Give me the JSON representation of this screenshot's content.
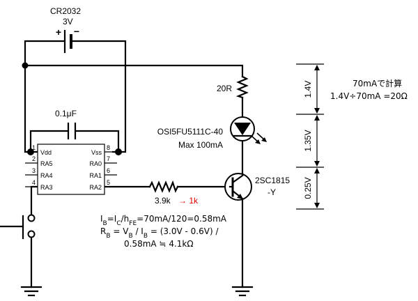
{
  "battery": {
    "name": "CR2032",
    "voltage": "3V",
    "plus": "+",
    "minus": "−"
  },
  "capacitor": {
    "value": "0.1μF"
  },
  "mcu": {
    "left_pins": [
      {
        "num": "1",
        "name": "Vdd"
      },
      {
        "num": "2",
        "name": "RA5"
      },
      {
        "num": "3",
        "name": "RA4"
      },
      {
        "num": "4",
        "name": "RA3"
      }
    ],
    "right_pins": [
      {
        "num": "8",
        "name": "Vss"
      },
      {
        "num": "7",
        "name": "RA0"
      },
      {
        "num": "6",
        "name": "RA1"
      },
      {
        "num": "5",
        "name": "RA2"
      }
    ]
  },
  "resistor_top": {
    "label": "20R"
  },
  "led": {
    "part": "OSI5FU5111C-40",
    "rating": "Max 100mA"
  },
  "transistor": {
    "part_line1": "2SC1815",
    "part_line2": "-Y"
  },
  "base_resistor": {
    "value": "3.9k",
    "change": "→ 1k"
  },
  "voltage_drops": {
    "top": "1.4V",
    "middle": "1.35V",
    "bottom": "0.25V"
  },
  "note": {
    "line1": "70mAで計算",
    "line2": "1.4V÷70mA =20Ω"
  },
  "base_calc": {
    "line1": "I_B=I_C/h_FE=70mA/120=0.58mA",
    "line2": "R_B = V_B / I_B = (3.0V - 0.6V) /",
    "line3": "0.58mA ≒ 4.1kΩ"
  }
}
